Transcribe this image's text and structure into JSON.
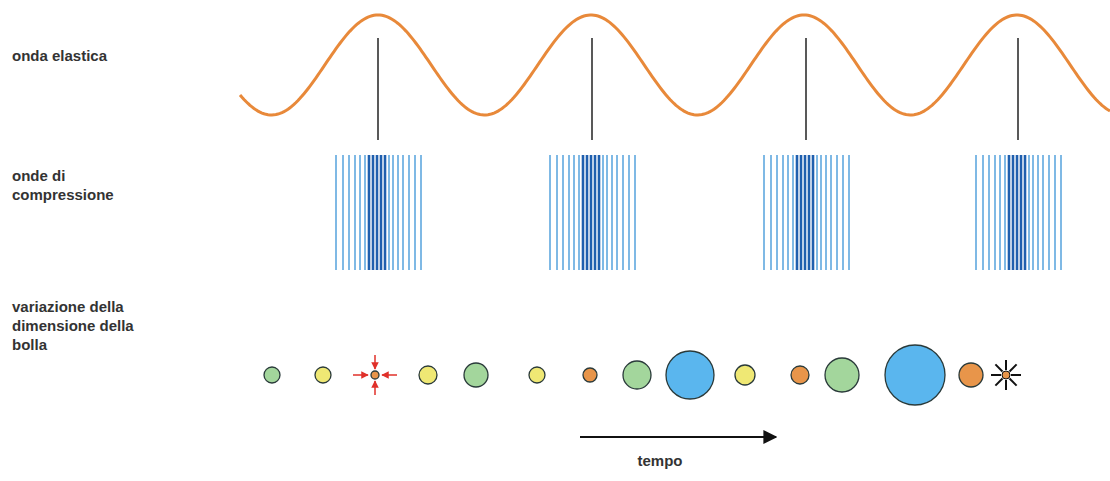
{
  "diagram": {
    "labels": [
      "onda elastica",
      "onde di compressione",
      "variazione della dimensione della bolla",
      "tempo"
    ]
  }
}
